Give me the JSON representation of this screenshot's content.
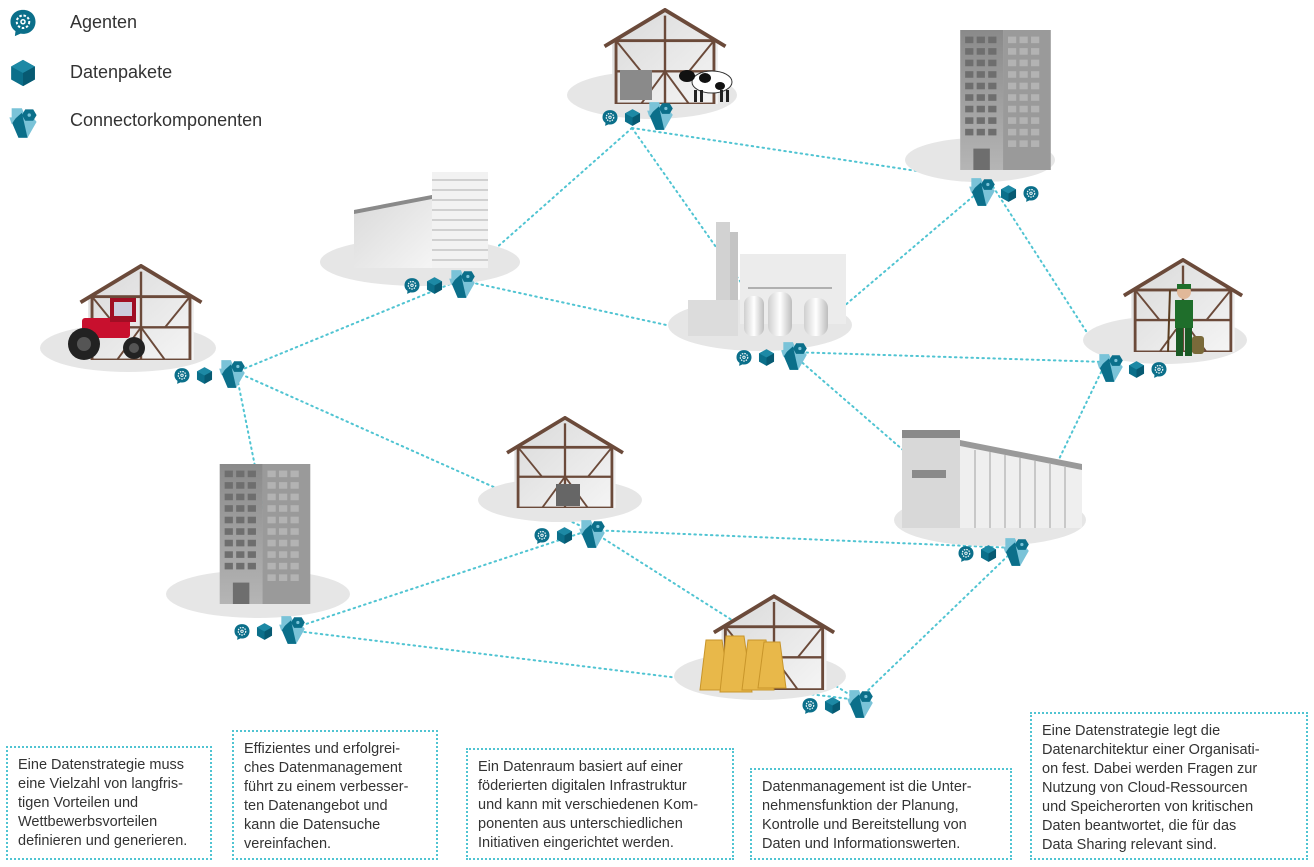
{
  "legend": [
    {
      "label": "Agenten",
      "icon": "agent-icon"
    },
    {
      "label": "Datenpakete",
      "icon": "data-package-icon"
    },
    {
      "label": "Connectorkomponenten",
      "icon": "connector-icon"
    }
  ],
  "nodes": [
    {
      "id": "cow-barn",
      "icon": "barn-with-cow-icon"
    },
    {
      "id": "tall-office",
      "icon": "office-tower-icon"
    },
    {
      "id": "warehouse",
      "icon": "warehouse-icon"
    },
    {
      "id": "processing-plant",
      "icon": "silo-plant-icon"
    },
    {
      "id": "tractor-barn",
      "icon": "barn-with-tractor-icon"
    },
    {
      "id": "farmer-barn",
      "icon": "barn-with-farmer-icon"
    },
    {
      "id": "city-building",
      "icon": "city-building-icon"
    },
    {
      "id": "small-barn",
      "icon": "barn-icon"
    },
    {
      "id": "greenhouse",
      "icon": "greenhouse-icon"
    },
    {
      "id": "straw-barn",
      "icon": "barn-with-straw-icon"
    }
  ],
  "connections": [
    [
      "cow-barn",
      "warehouse"
    ],
    [
      "cow-barn",
      "processing-plant"
    ],
    [
      "cow-barn",
      "tall-office"
    ],
    [
      "tall-office",
      "processing-plant"
    ],
    [
      "tall-office",
      "farmer-barn"
    ],
    [
      "warehouse",
      "tractor-barn"
    ],
    [
      "warehouse",
      "processing-plant"
    ],
    [
      "processing-plant",
      "farmer-barn"
    ],
    [
      "processing-plant",
      "greenhouse"
    ],
    [
      "tractor-barn",
      "small-barn"
    ],
    [
      "tractor-barn",
      "city-building"
    ],
    [
      "small-barn",
      "city-building"
    ],
    [
      "small-barn",
      "greenhouse"
    ],
    [
      "small-barn",
      "straw-barn"
    ],
    [
      "city-building",
      "straw-barn"
    ],
    [
      "farmer-barn",
      "greenhouse"
    ],
    [
      "greenhouse",
      "straw-barn"
    ]
  ],
  "textboxes": [
    {
      "lines": [
        "Eine Datenstrategie muss",
        "eine Vielzahl von langfris-",
        "tigen Vorteilen und",
        "Wettbewerbsvorteilen",
        "definieren und generieren."
      ]
    },
    {
      "lines": [
        "Effizientes und erfolgrei-",
        "ches Datenmanagement",
        "führt zu einem verbesser-",
        "ten Datenangebot und",
        "kann die Datensuche",
        "vereinfachen."
      ]
    },
    {
      "lines": [
        "Ein Datenraum basiert auf einer",
        "föderierten digitalen Infrastruktur",
        "und kann mit verschiedenen Kom-",
        "ponenten aus unterschiedlichen",
        "Initiativen eingerichtet werden."
      ]
    },
    {
      "lines": [
        "Datenmanagement ist die Unter-",
        "nehmensfunktion der Planung,",
        "Kontrolle und Bereitstellung von",
        "Daten und Informationswerten."
      ]
    },
    {
      "lines": [
        "Eine Datenstrategie legt die",
        "Datenarchitektur einer Organisati-",
        "on fest. Dabei werden Fragen zur",
        "Nutzung von Cloud-Ressourcen",
        "und Speicherorten von kritischen",
        "Daten beantwortet, die für das",
        "Data Sharing relevant sind."
      ]
    }
  ],
  "colors": {
    "accent": "#0b6f8a",
    "connector_light": "#7ac3d8",
    "dotted_line": "#50c4d2",
    "barn_frame": "#6b4a3a",
    "shadow": "#e6e6e6"
  }
}
